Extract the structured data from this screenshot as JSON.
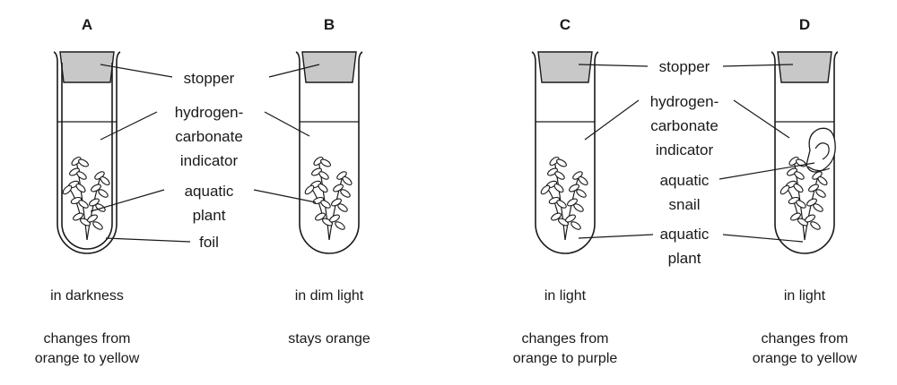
{
  "tubes": [
    {
      "letter": "A",
      "condition": "in darkness",
      "result": [
        "changes from",
        "orange to yellow"
      ]
    },
    {
      "letter": "B",
      "condition": "in dim light",
      "result": [
        "stays orange"
      ]
    },
    {
      "letter": "C",
      "condition": "in light",
      "result": [
        "changes from",
        "orange to purple"
      ]
    },
    {
      "letter": "D",
      "condition": "in light",
      "result": [
        "changes from",
        "orange to yellow"
      ]
    }
  ],
  "labels": {
    "stopper": "stopper",
    "indicator": [
      "hydrogen-",
      "carbonate",
      "indicator"
    ],
    "aquatic_plant": [
      "aquatic",
      "plant"
    ],
    "foil": "foil",
    "aquatic_snail": [
      "aquatic",
      "snail"
    ]
  },
  "colors": {
    "stopper": "#c8c8c8",
    "stroke": "#1a1a1a"
  }
}
